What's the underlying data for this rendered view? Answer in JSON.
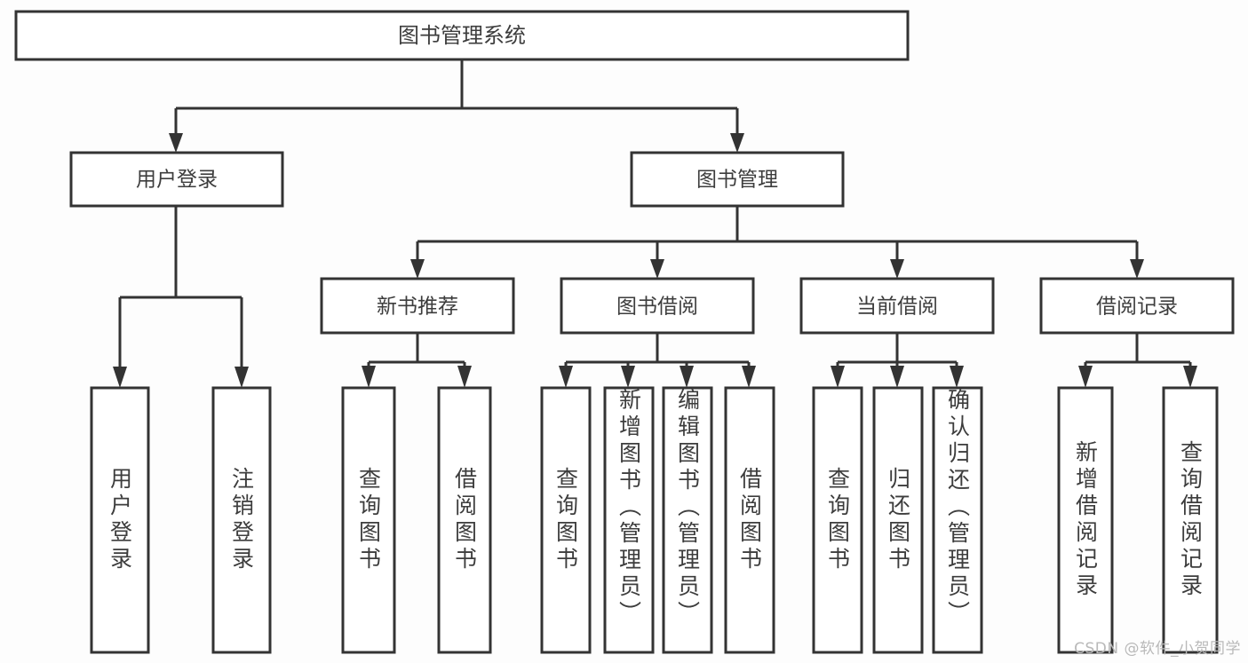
{
  "diagram": {
    "title": "图书管理系统",
    "type": "tree-hierarchy",
    "watermark": "CSDN @软件_小贺同学",
    "colors": {
      "background": "#fdfdfd",
      "box_fill": "#ffffff",
      "box_stroke": "#333333",
      "text": "#3d3d3d",
      "watermark": "#b9b9b9"
    },
    "root": {
      "label": "图书管理系统"
    },
    "level2": [
      {
        "id": "user-login",
        "label": "用户登录"
      },
      {
        "id": "book-manage",
        "label": "图书管理"
      }
    ],
    "level3": [
      {
        "id": "new-book-recommend",
        "label": "新书推荐"
      },
      {
        "id": "book-borrow",
        "label": "图书借阅"
      },
      {
        "id": "current-borrow",
        "label": "当前借阅"
      },
      {
        "id": "borrow-record",
        "label": "借阅记录"
      }
    ],
    "leaves": {
      "user_login": [
        {
          "id": "leaf-user-login",
          "label": "用户登录"
        },
        {
          "id": "leaf-logout-login",
          "label": "注销登录"
        }
      ],
      "new_book_recommend": [
        {
          "id": "leaf-query-book-1",
          "label": "查询图书"
        },
        {
          "id": "leaf-borrow-book-1",
          "label": "借阅图书"
        }
      ],
      "book_borrow": [
        {
          "id": "leaf-query-book-2",
          "label": "查询图书"
        },
        {
          "id": "leaf-add-book",
          "label": "新增图书（管理员）"
        },
        {
          "id": "leaf-edit-book",
          "label": "编辑图书（管理员）"
        },
        {
          "id": "leaf-borrow-book-2",
          "label": "借阅图书"
        }
      ],
      "current_borrow": [
        {
          "id": "leaf-query-book-3",
          "label": "查询图书"
        },
        {
          "id": "leaf-return-book",
          "label": "归还图书"
        },
        {
          "id": "leaf-confirm-return",
          "label": "确认归还（管理员）"
        }
      ],
      "borrow_record": [
        {
          "id": "leaf-add-record",
          "label": "新增借阅记录"
        },
        {
          "id": "leaf-query-record",
          "label": "查询借阅记录"
        }
      ]
    }
  }
}
